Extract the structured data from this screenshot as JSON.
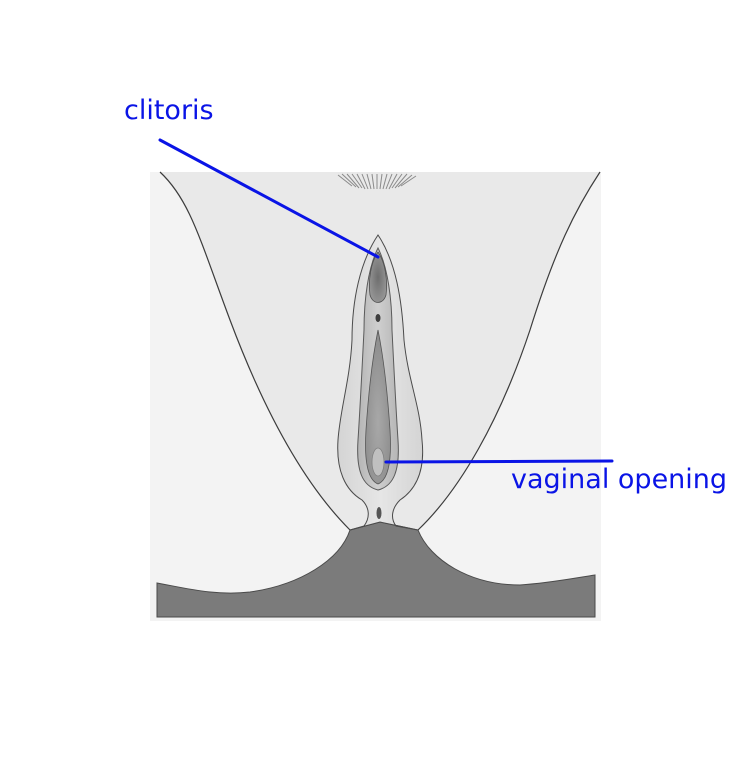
{
  "diagram": {
    "type": "anatomical-illustration",
    "subject": "external female genitalia (vulva), frontal view",
    "colors": {
      "annotation": "#0a14e6",
      "background": "#ffffff",
      "panel_upper": "#e8e8e8",
      "panel_lower": "#f3f3f3",
      "dark_region": "#7b7b7b",
      "outline": "#3c3c3c"
    },
    "labels": [
      {
        "id": "clitoris",
        "text": "clitoris",
        "pointer_from": [
          160,
          140
        ],
        "pointer_to": [
          378,
          257
        ]
      },
      {
        "id": "vaginal_opening",
        "text": "vaginal opening",
        "pointer_from": [
          612,
          461
        ],
        "pointer_to": [
          386,
          462
        ]
      }
    ]
  }
}
